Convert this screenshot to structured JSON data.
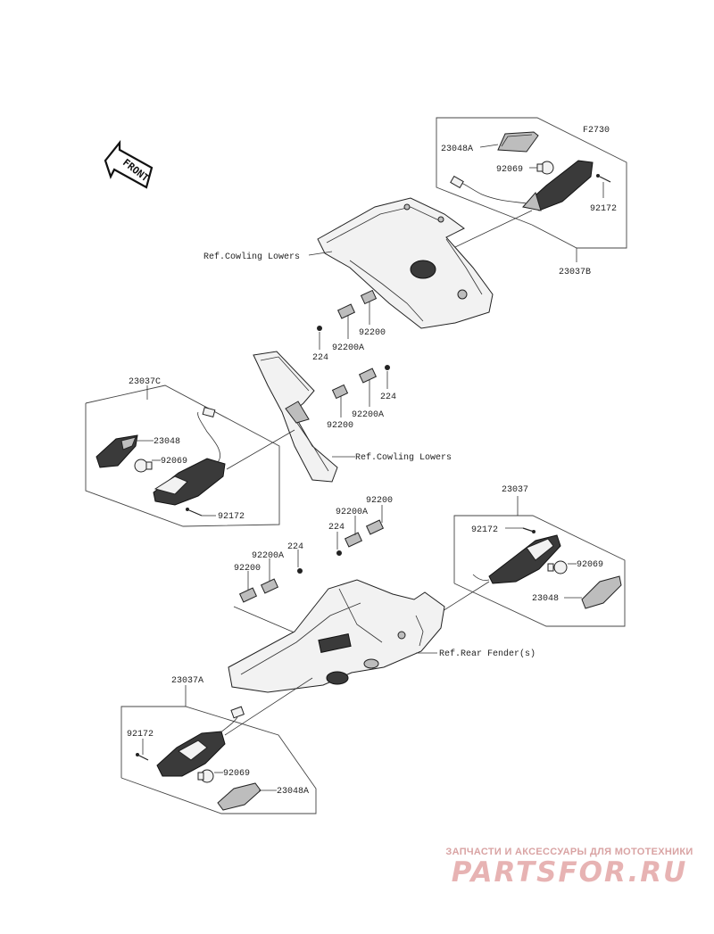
{
  "figure": {
    "code": "F2730",
    "direction_label": "FRONT"
  },
  "parts": {
    "p_23037B": "23037B",
    "p_23037C": "23037C",
    "p_23037": "23037",
    "p_23037A": "23037A",
    "p_23048A_top": "23048A",
    "p_23048A_bottom": "23048A",
    "p_23048_left": "23048",
    "p_23048_right": "23048",
    "p_92069_a": "92069",
    "p_92069_b": "92069",
    "p_92069_c": "92069",
    "p_92069_d": "92069",
    "p_92172_a": "92172",
    "p_92172_b": "92172",
    "p_92172_c": "92172",
    "p_92172_d": "92172",
    "p_92200_a": "92200",
    "p_92200_b": "92200",
    "p_92200_c": "92200",
    "p_92200_d": "92200",
    "p_92200A_a": "92200A",
    "p_92200A_b": "92200A",
    "p_92200A_c": "92200A",
    "p_92200A_d": "92200A",
    "p_224_a": "224",
    "p_224_b": "224",
    "p_224_c": "224",
    "p_224_d": "224"
  },
  "references": {
    "cowling_upper": "Ref.Cowling Lowers",
    "cowling_mid": "Ref.Cowling Lowers",
    "rear_fender": "Ref.Rear Fender(s)"
  },
  "watermark": {
    "caption": "ЗАПЧАСТИ И АКСЕССУАРЫ ДЛЯ МОТОТЕХНИКИ",
    "logo": "PARTSFOR.RU"
  }
}
